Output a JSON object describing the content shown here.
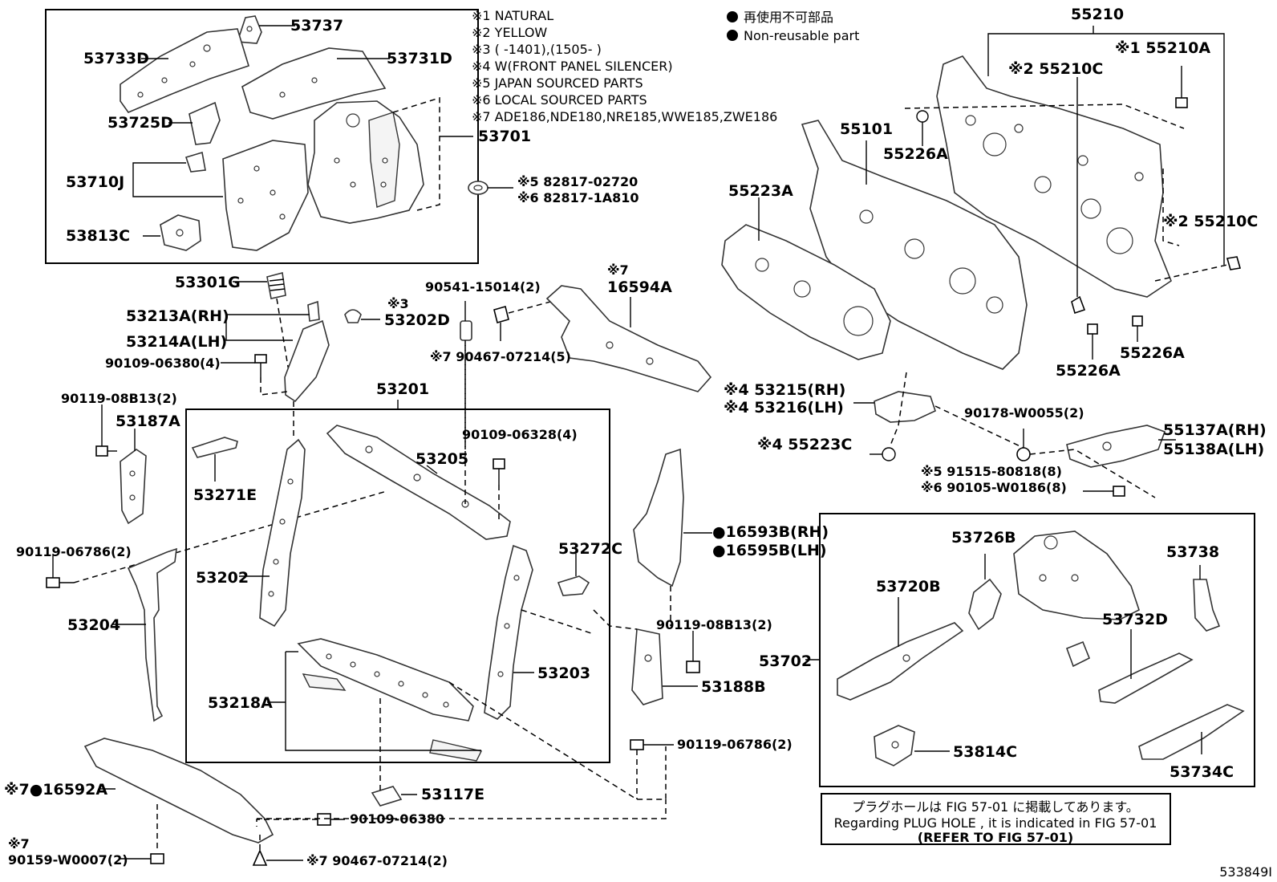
{
  "notes": [
    "※1 NATURAL",
    "※2 YELLOW",
    "※3 (      -1401),(1505-      )",
    "※4 W(FRONT PANEL SILENCER)",
    "※5 JAPAN SOURCED PARTS",
    "※6 LOCAL SOURCED PARTS",
    "※7 ADE186,NDE180,NRE185,WWE185,ZWE186"
  ],
  "legend": {
    "jp": "再使用不可部品",
    "en": "Non-reusable part"
  },
  "labels": {
    "p53737": "53737",
    "p53733d": "53733D",
    "p53731d": "53731D",
    "p53725d": "53725D",
    "p53701": "53701",
    "p53710j": "53710J",
    "p53813c": "53813C",
    "p82817a": "※5 82817-02720",
    "p82817b": "※6 82817-1A810",
    "p53301g": "53301G",
    "p53213a": "53213A(RH)",
    "p53214a": "53214A(LH)",
    "p53202d_mark": "※3",
    "p53202d": "53202D",
    "p90109_06380_4": "90109-06380(4)",
    "p90119_08b13_2a": "90119-08B13(2)",
    "p53187a": "53187A",
    "p90541": "90541-15014(2)",
    "p16594a_mark": "※7",
    "p16594a": "16594A",
    "p90467_5": "※7 90467-07214(5)",
    "p53201": "53201",
    "p90109_06328": "90109-06328(4)",
    "p53205": "53205",
    "p53271e": "53271E",
    "p90119_06786_a": "90119-06786(2)",
    "p53202": "53202",
    "p53204": "53204",
    "p53272c": "53272C",
    "p53203": "53203",
    "p53218a": "53218A",
    "p16592a": "※7●16592A",
    "p53117e": "53117E",
    "p90109_06380": "90109-06380",
    "p90159_mark": "※7",
    "p90159": "90159-W0007(2)",
    "p90467_2": "※7 90467-07214(2)",
    "p16593b": "●16593B(RH)",
    "p16595b": "●16595B(LH)",
    "p90119_08b13_2b": "90119-08B13(2)",
    "p53188b": "53188B",
    "p90119_06786_b": "90119-06786(2)",
    "p55210": "55210",
    "p55210a": "※1 55210A",
    "p55210c_a": "※2 55210C",
    "p55101": "55101",
    "p55226a_a": "55226A",
    "p55223a": "55223A",
    "p55210c_b": "※2 55210C",
    "p55226a_b": "55226A",
    "p55226a_c": "55226A",
    "p53215": "※4 53215(RH)",
    "p53216": "※4 53216(LH)",
    "p55223c": "※4 55223C",
    "p90178": "90178-W0055(2)",
    "p55137a": "55137A(RH)",
    "p55138a": "55138A(LH)",
    "p91515": "※5 91515-80818(8)",
    "p90105": "※6 90105-W0186(8)",
    "p53726b": "53726B",
    "p53738": "53738",
    "p53720b": "53720B",
    "p53732d": "53732D",
    "p53702": "53702",
    "p53814c": "53814C",
    "p53734c": "53734C"
  },
  "refer_box": {
    "jp": "プラグホールは FIG 57-01 に掲載してあります。",
    "en": "Regarding  PLUG  HOLE , it is indicated in FIG  57-01",
    "ref": "(REFER  TO  FIG  57-01)"
  },
  "figure_id": "533849I"
}
